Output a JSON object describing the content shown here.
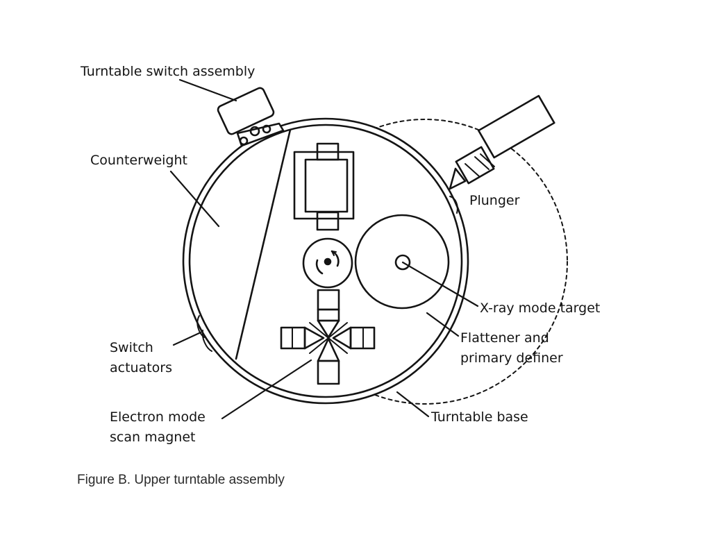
{
  "diagram": {
    "labels": {
      "turntable_switch_assembly": "Turntable switch assembly",
      "counterweight": "Counterweight",
      "plunger": "Plunger",
      "xray_mode_target": "X-ray mode target",
      "flattener_line1": "Flattener and",
      "flattener_line2": "primary definer",
      "switch_line1": "Switch",
      "switch_line2": "actuators",
      "electron_line1": "Electron mode",
      "electron_line2": "scan magnet",
      "turntable_base": "Turntable base"
    },
    "caption": "Figure B. Upper turntable assembly",
    "colors": {
      "ink": "#141414",
      "background": "#ffffff"
    }
  }
}
